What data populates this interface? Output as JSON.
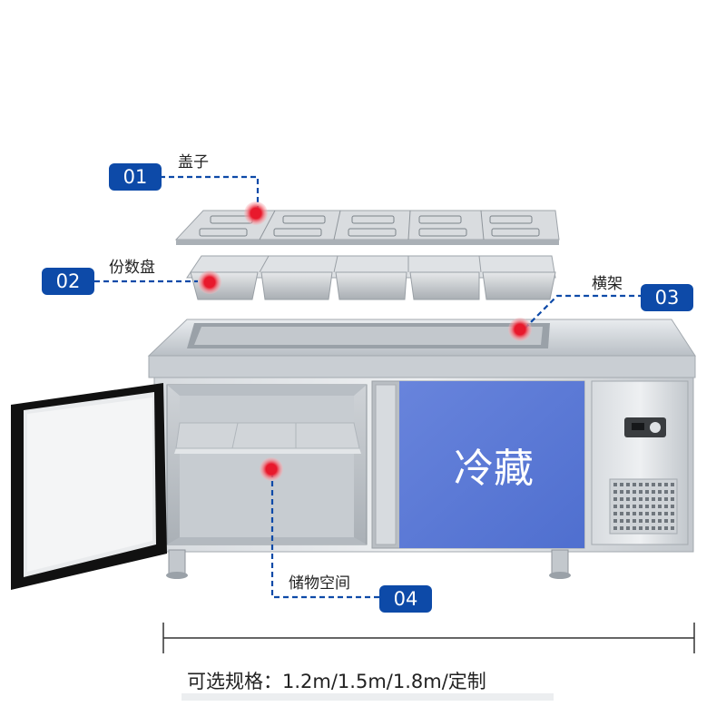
{
  "callouts": [
    {
      "number": "01",
      "label": "盖子"
    },
    {
      "number": "02",
      "label": "份数盘"
    },
    {
      "number": "03",
      "label": "横架"
    },
    {
      "number": "04",
      "label": "储物空间"
    }
  ],
  "door_label": "冷藏",
  "spec_text": "可选规格：1.2m/1.5m/1.8m/定制",
  "colors": {
    "badge": "#0d4aa8",
    "marker": "#e8192c",
    "door_blue": "#5b7bd6",
    "leader": "#0d4aa8"
  }
}
